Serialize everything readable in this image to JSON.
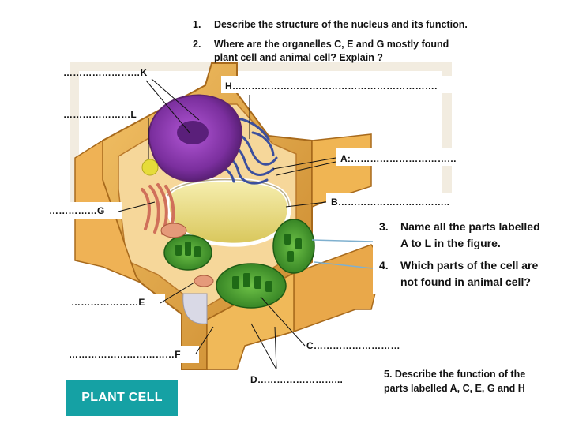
{
  "questions": {
    "q1": {
      "num": "1.",
      "text": "Describe the structure of the nucleus and its function."
    },
    "q2": {
      "num": "2.",
      "line1": "Where are the organelles C, E and G mostly found",
      "line2": "plant cell and animal cell? Explain ?"
    },
    "q3": {
      "num": "3.",
      "line1": "Name all the parts labelled",
      "line2": "A to L in the figure."
    },
    "q4": {
      "num": "4.",
      "line1": "Which parts of the cell are",
      "line2": "not found in animal cell?"
    },
    "q5": {
      "line1": "5.  Describe the function of the",
      "line2": "parts labelled  A, C, E, G and H"
    }
  },
  "labels": {
    "K": "……………………K",
    "L": "…………………L",
    "G": "……………G",
    "E": "…………………E",
    "F": "……………………………F",
    "H": "H……………………………………………………….",
    "A": "A:……………………………",
    "B": "B……………………………..",
    "C": "C………………………",
    "D": "D……………………..."
  },
  "title_box": {
    "text": "PLANT CELL",
    "color": "#15a1a4"
  },
  "colors": {
    "wall": "#e8a93c",
    "nucleus": "#7b2f9e",
    "er": "#3b4f9e",
    "chloroplast": "#3f9d2c",
    "vacuole": "#e9dc7a",
    "mitochondria": "#d98a6a",
    "pointer": "#7fb0cf"
  }
}
